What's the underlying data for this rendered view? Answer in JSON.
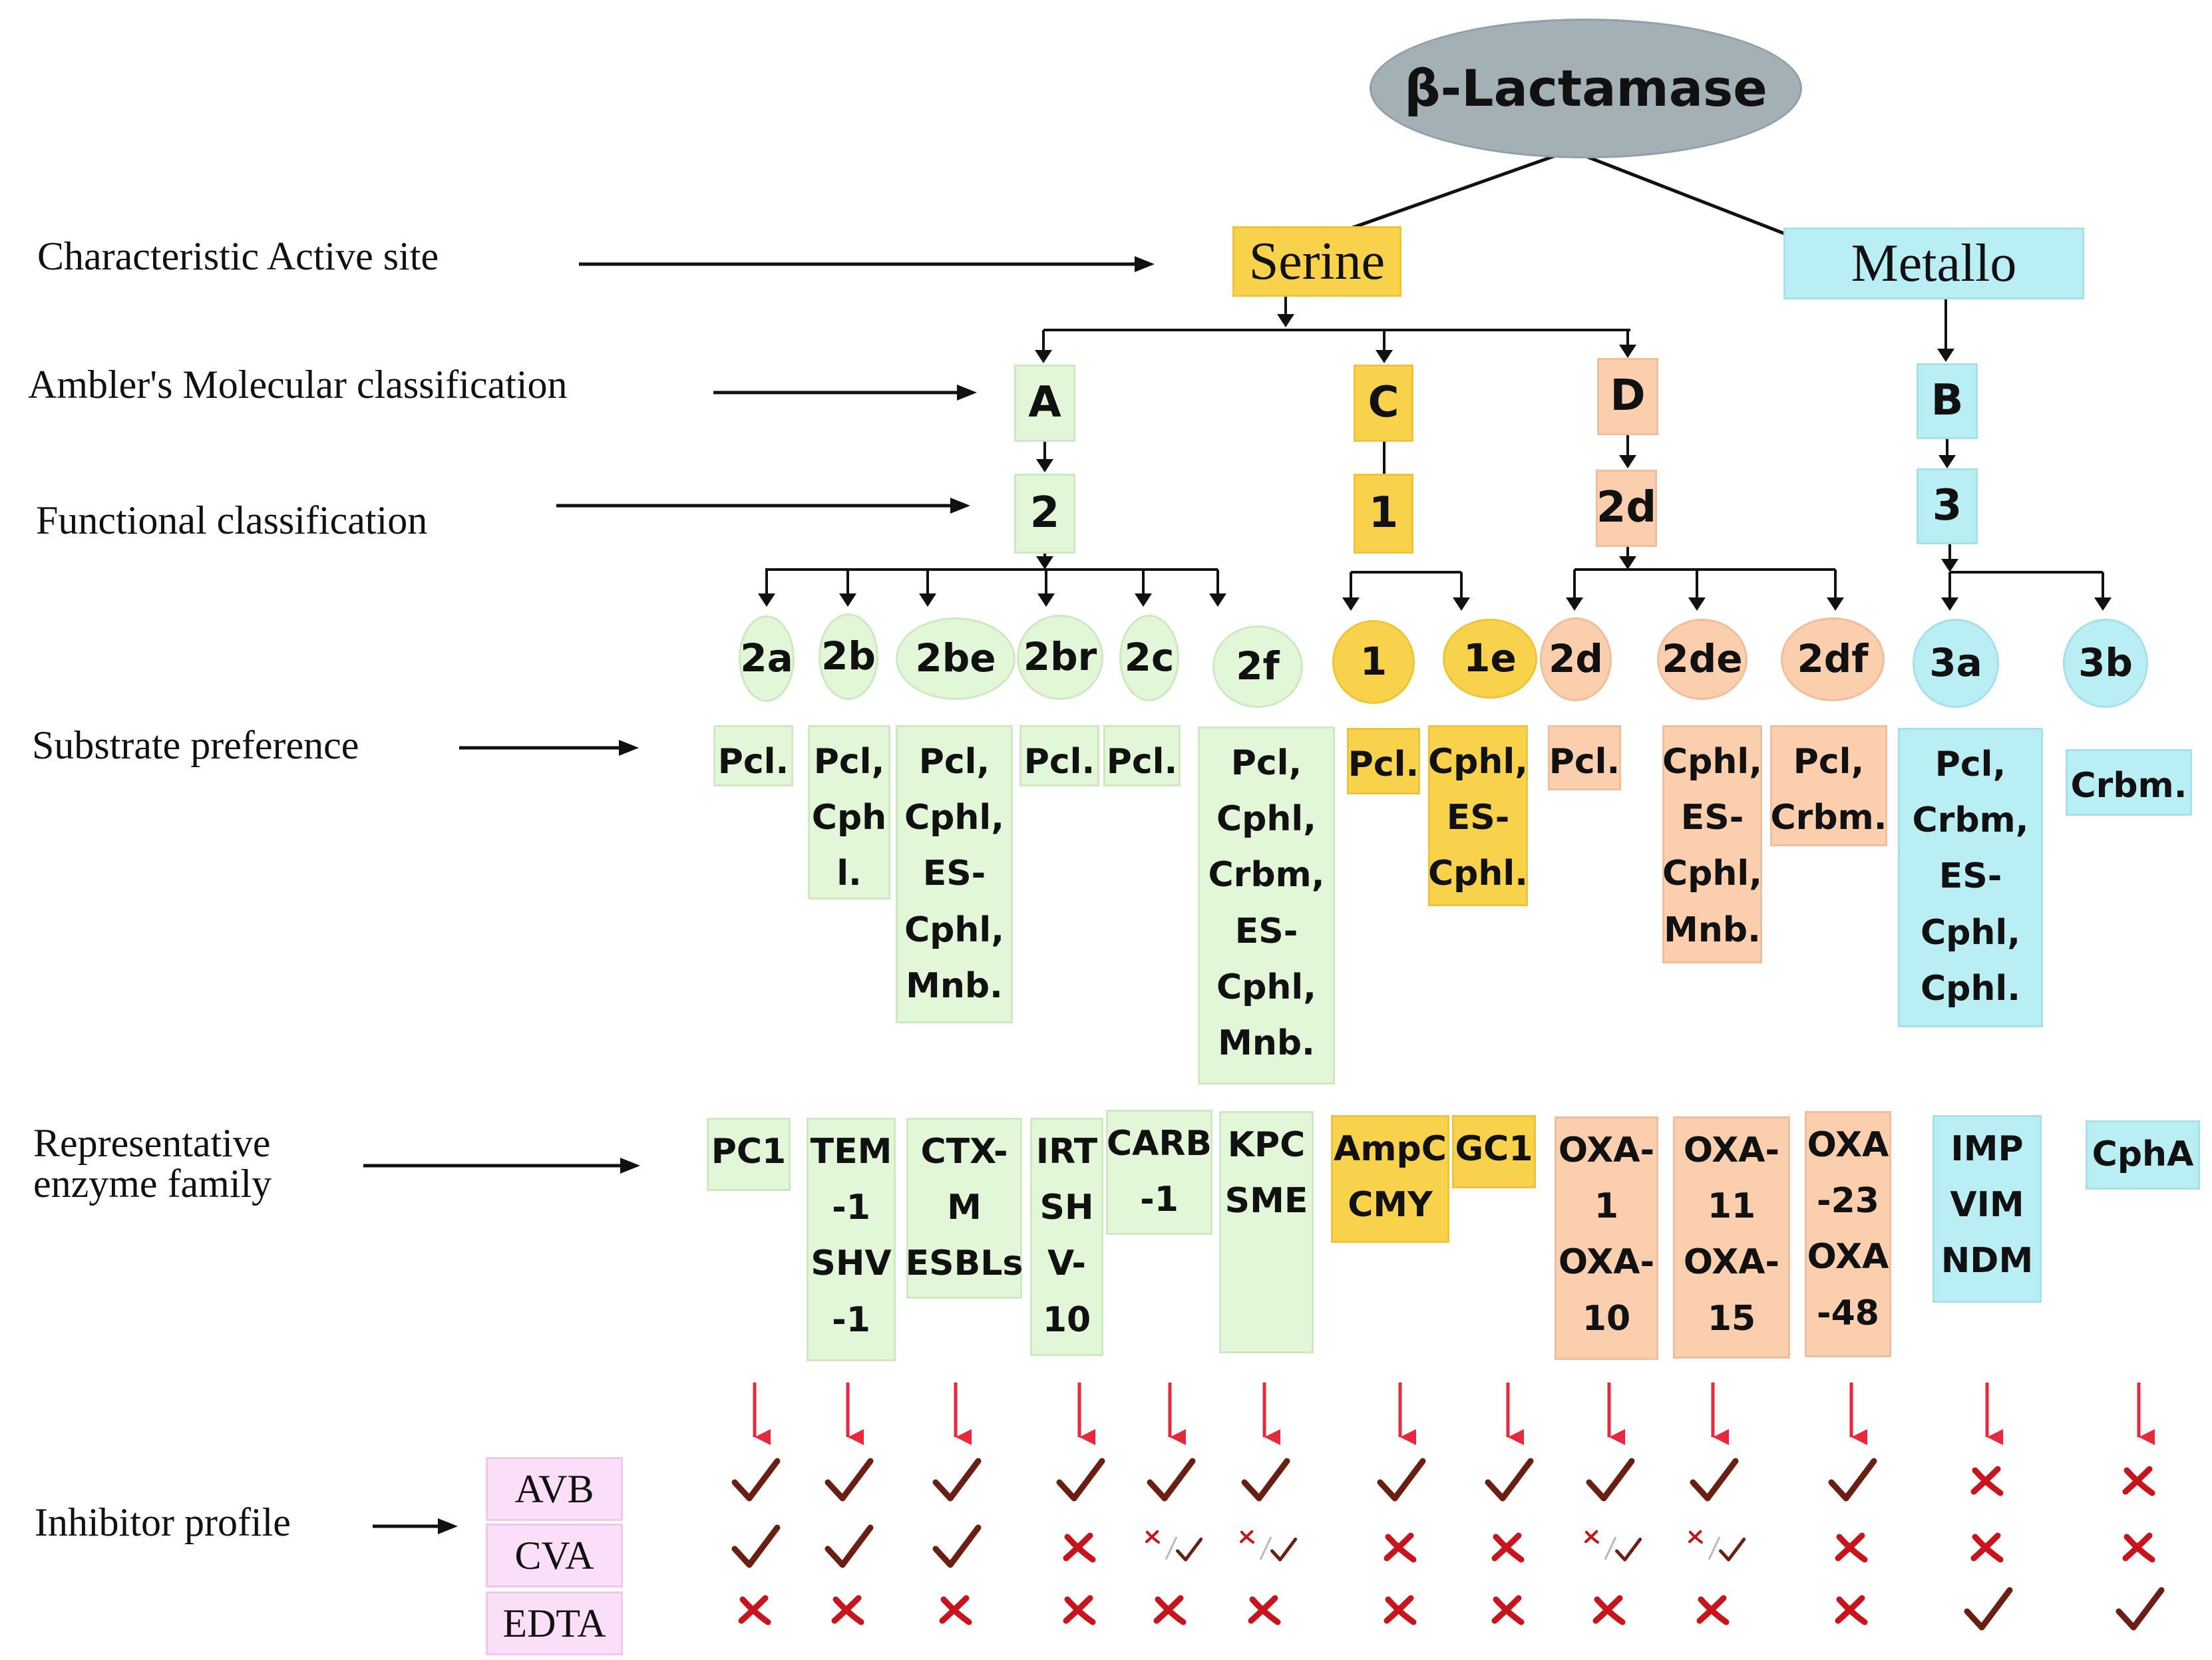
{
  "title": "β-Lactamase",
  "row_labels": {
    "active_site": "Characteristic Active site",
    "ambler": "Ambler's Molecular classification",
    "functional": "Functional  classification",
    "substrate": "Substrate preference",
    "enzyme_family": "Representative\nenzyme family",
    "inhibitor": "Inhibitor profile"
  },
  "active_sites": {
    "serine": "Serine",
    "metallo": "Metallo"
  },
  "ambler_classes": {
    "A": "A",
    "C": "C",
    "D": "D",
    "B": "B"
  },
  "functional_groups": {
    "g2": "2",
    "g1": "1",
    "g2d": "2d",
    "g3": "3"
  },
  "subgroups": [
    "2a",
    "2b",
    "2be",
    "2br",
    "2c",
    "2f",
    "1",
    "1e",
    "2d",
    "2de",
    "2df",
    "3a",
    "3b"
  ],
  "substrates": [
    "Pcl.",
    "Pcl,\nCph\nl.",
    "Pcl,\nCphl,\nES-\nCphl,\nMnb.",
    "Pcl.",
    "Pcl.",
    "Pcl,\nCphl,\nCrbm,\nES-\nCphl,\nMnb.",
    "Pcl.",
    "Cphl,\nES-\nCphl.",
    "Pcl.",
    "Cphl,\nES-\nCphl,\nMnb.",
    "Pcl,\nCrbm.",
    "Pcl,\nCrbm,\nES-\nCphl,\nCphl.",
    "Crbm."
  ],
  "enzyme_families": [
    "PC1",
    "TEM\n-1\nSHV\n-1",
    "CTX-\nM\nESBLs",
    "IRT\nSH\nV-\n10",
    "CARB\n-1",
    "KPC\nSME",
    "AmpC\nCMY",
    "GC1",
    "OXA-\n1\nOXA-\n10",
    "OXA-\n11\nOXA-\n15",
    "OXA\n-23\nOXA\n-48",
    "IMP\nVIM\nNDM",
    "CphA"
  ],
  "inhibitors": [
    "AVB",
    "CVA",
    "EDTA"
  ],
  "inhibitor_matrix": {
    "AVB": [
      "yes",
      "yes",
      "yes",
      "yes",
      "yes",
      "yes",
      "yes",
      "yes",
      "yes",
      "yes",
      "yes",
      "no",
      "no"
    ],
    "CVA": [
      "yes",
      "yes",
      "yes",
      "no",
      "partial",
      "partial",
      "no",
      "no",
      "partial",
      "partial",
      "no",
      "no",
      "no"
    ],
    "EDTA": [
      "no",
      "no",
      "no",
      "no",
      "no",
      "no",
      "no",
      "no",
      "no",
      "no",
      "no",
      "yes",
      "yes"
    ]
  },
  "colors": {
    "class_A_green": "#e2f6d8",
    "class_C_yellow": "#f8d24a",
    "class_D_orange": "#fbcfae",
    "class_B_blue": "#baeef5",
    "inhibitor_pink": "#fbdff8",
    "root_gray": "#a3b1b6",
    "red_arrow": "#e8283f",
    "check_color": "#6b1f12",
    "cross_color": "#c8141c"
  }
}
